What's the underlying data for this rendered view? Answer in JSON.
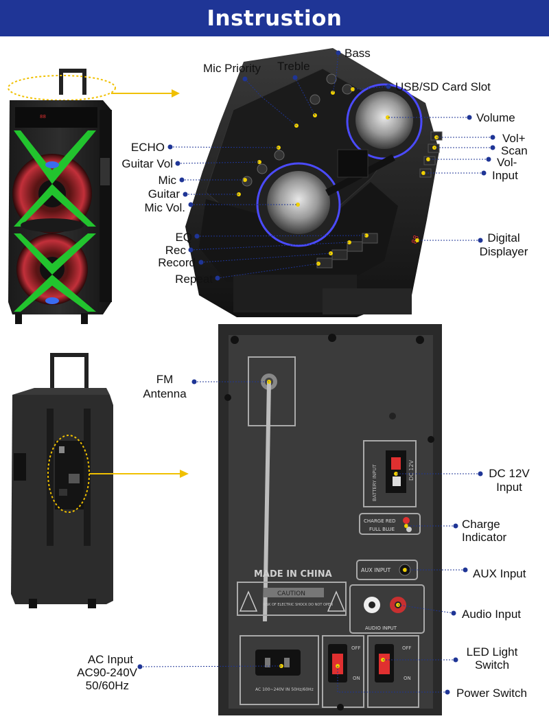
{
  "header": {
    "title": "Instrustion"
  },
  "colors": {
    "banner": "#1f3596",
    "leader_dot": "#1f3596",
    "arrow": "#f0c000",
    "accent_green": "#22c42e",
    "accent_red": "#c0202a"
  },
  "top_panel": {
    "labels_top": [
      "Mic Priority",
      "Treble",
      "Bass",
      "USB/SD Card Slot",
      "Volume"
    ],
    "labels_left": [
      "ECHO",
      "Guitar Vol",
      "Mic",
      "Guitar",
      "Mic Vol.",
      "EQ",
      "Rec",
      "Record",
      "Repeat"
    ],
    "labels_right": [
      "Vol+",
      "Scan",
      "Vol-",
      "Input",
      "Digital",
      "Displayer"
    ]
  },
  "back_panel": {
    "labels": {
      "fm_1": "FM",
      "fm_2": "Antenna",
      "dc_1": "DC 12V",
      "dc_2": "Input",
      "charge_1": "Charge",
      "charge_2": "Indicator",
      "aux": "AUX Input",
      "audio": "Audio Input",
      "ac_1": "AC Input",
      "ac_2": "AC90-240V",
      "ac_3": "50/60Hz",
      "led_1": "LED Light",
      "led_2": "Switch",
      "power": "Power Switch"
    },
    "panel_text": {
      "made_in": "MADE IN CHINA",
      "caution": "CAUTION",
      "caution_sub": "RISK OF ELECTRIC SHOCK DO NOT OPEN",
      "aux_input": "AUX INPUT",
      "audio_input": "AUDIO INPUT",
      "charge_red": "CHARGE RED",
      "full_blue": "FULL BLUE",
      "battery_input": "BATTERY INPUT",
      "dc": "DC 12V",
      "ac_rating": "AC 100~240V IN 50Hz/60Hz",
      "off": "OFF",
      "on": "ON"
    }
  }
}
